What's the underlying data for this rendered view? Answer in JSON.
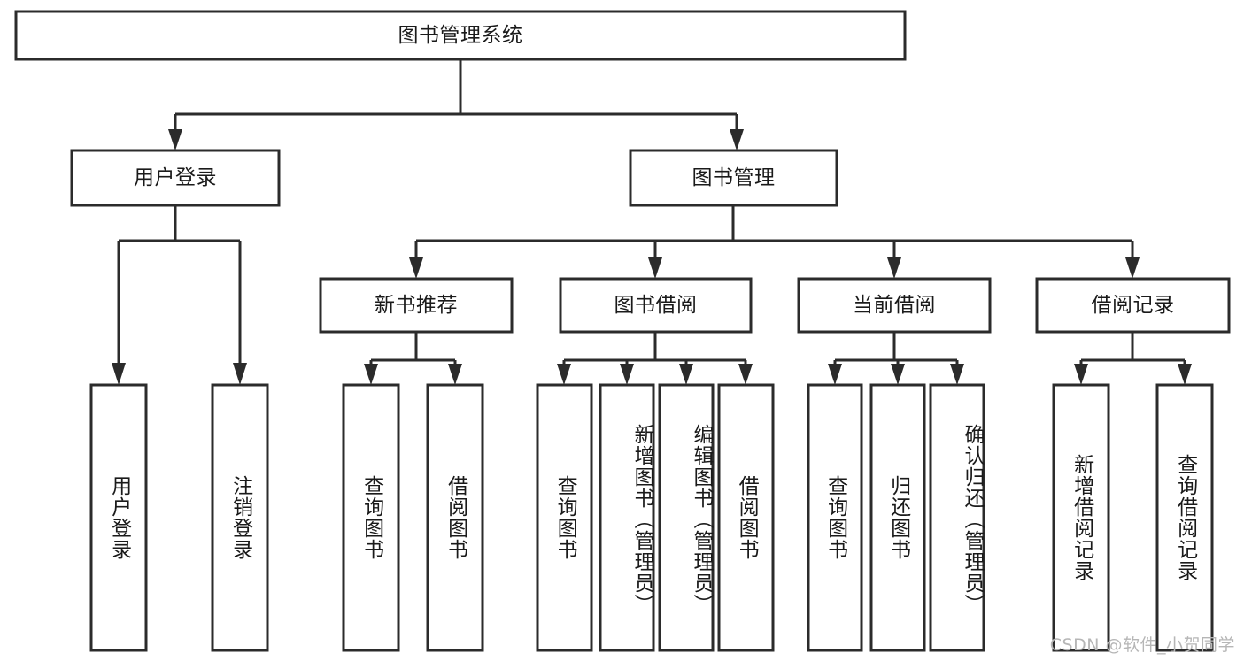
{
  "diagram": {
    "title": "图书管理系统",
    "watermark": "CSDN @软件_小贺同学",
    "type": "tree",
    "colors": {
      "box_stroke": "#2b2b2b",
      "box_fill": "#ffffff",
      "text": "#1a1a1a",
      "watermark": "#b6b6b6",
      "background": "#ffffff"
    },
    "nodes": {
      "root": {
        "label": "图书管理系统"
      },
      "level2": [
        {
          "id": "user-login",
          "label": "用户登录"
        },
        {
          "id": "book-manage",
          "label": "图书管理"
        }
      ],
      "level3": [
        {
          "id": "new-book-recommend",
          "label": "新书推荐"
        },
        {
          "id": "book-borrow",
          "label": "图书借阅"
        },
        {
          "id": "current-borrow",
          "label": "当前借阅"
        },
        {
          "id": "borrow-record",
          "label": "借阅记录"
        }
      ],
      "leaves": {
        "user-login": [
          {
            "id": "leaf-user-login",
            "label": "用户登录"
          },
          {
            "id": "leaf-user-logout",
            "label": "注销登录"
          }
        ],
        "new-book-recommend": [
          {
            "id": "leaf-query-book-1",
            "label": "查询图书"
          },
          {
            "id": "leaf-borrow-book-1",
            "label": "借阅图书"
          }
        ],
        "book-borrow": [
          {
            "id": "leaf-query-book-2",
            "label": "查询图书"
          },
          {
            "id": "leaf-add-book",
            "label": "新增图书（管理员）"
          },
          {
            "id": "leaf-edit-book",
            "label": "编辑图书（管理员）"
          },
          {
            "id": "leaf-borrow-book-2",
            "label": "借阅图书"
          }
        ],
        "current-borrow": [
          {
            "id": "leaf-query-book-3",
            "label": "查询图书"
          },
          {
            "id": "leaf-return-book",
            "label": "归还图书"
          },
          {
            "id": "leaf-confirm-return",
            "label": "确认归还（管理员）"
          }
        ],
        "borrow-record": [
          {
            "id": "leaf-add-record",
            "label": "新增借阅记录"
          },
          {
            "id": "leaf-query-record",
            "label": "查询借阅记录"
          }
        ]
      }
    }
  }
}
